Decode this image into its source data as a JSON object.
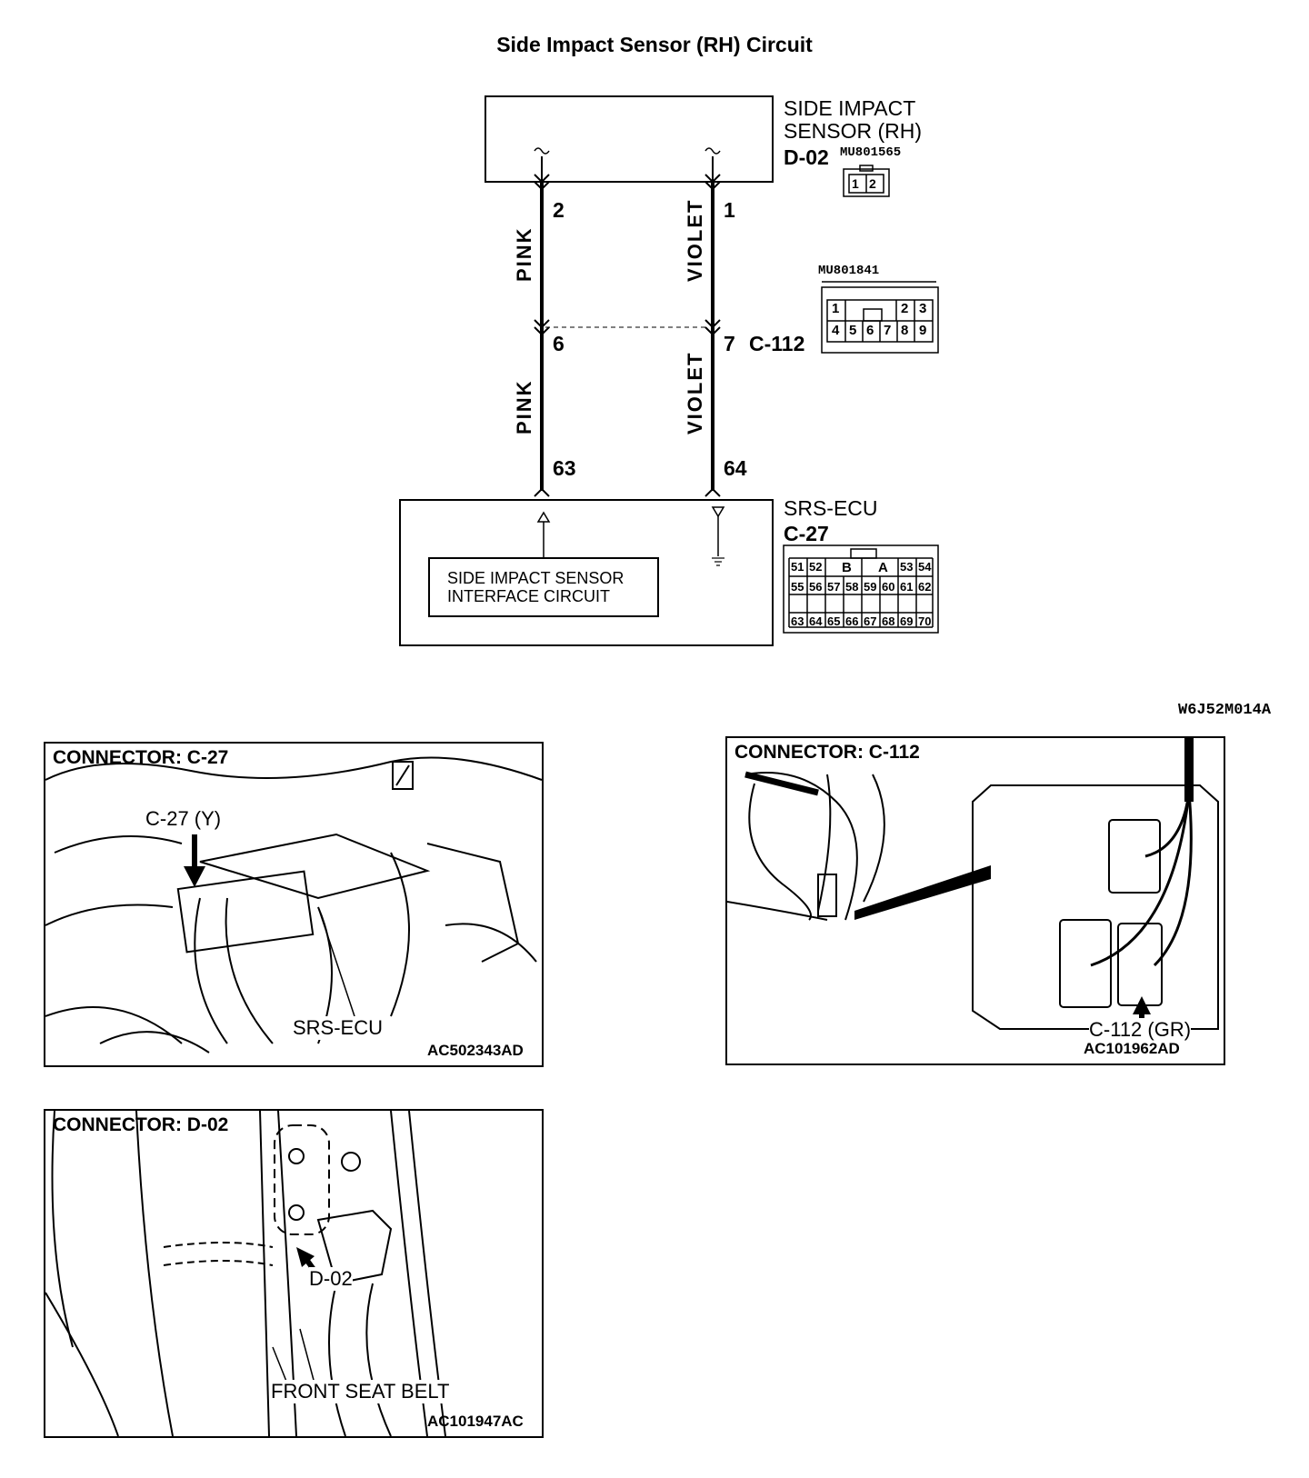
{
  "title": "Side Impact Sensor (RH) Circuit",
  "sensor": {
    "name_line1": "SIDE IMPACT",
    "name_line2": "SENSOR (RH)",
    "connector": "D-02",
    "part_no": "MU801565",
    "pins": [
      "1",
      "2"
    ]
  },
  "wires": {
    "left_color_top": "PINK",
    "right_color_top": "VIOLET",
    "left_color_bottom": "PINK",
    "right_color_bottom": "VIOLET",
    "pin_sensor_left": "2",
    "pin_sensor_right": "1",
    "pin_mid_left": "6",
    "pin_mid_right": "7",
    "pin_ecu_left": "63",
    "pin_ecu_right": "64"
  },
  "mid_connector": {
    "name": "C-112",
    "part_no": "MU801841",
    "pins_top": [
      "1",
      "2",
      "3"
    ],
    "pins_bottom": [
      "4",
      "5",
      "6",
      "7",
      "8",
      "9"
    ]
  },
  "ecu": {
    "name": "SRS-ECU",
    "connector": "C-27",
    "interface_line1": "SIDE IMPACT SENSOR",
    "interface_line2": "INTERFACE CIRCUIT",
    "row1": [
      "51",
      "52",
      "B",
      "A",
      "53",
      "54"
    ],
    "row2": [
      "55",
      "56",
      "57",
      "58",
      "59",
      "60",
      "61",
      "62"
    ],
    "row3": [
      "63",
      "64",
      "65",
      "66",
      "67",
      "68",
      "69",
      "70"
    ]
  },
  "diagram_code": "W6J52M014A",
  "panels": {
    "c27": {
      "title": "CONNECTOR: C-27",
      "callout": "C-27 (Y)",
      "label": "SRS-ECU",
      "code": "AC502343AD"
    },
    "c112": {
      "title": "CONNECTOR: C-112",
      "callout": "C-112 (GR)",
      "code": "AC101962AD"
    },
    "d02": {
      "title": "CONNECTOR: D-02",
      "callout": "D-02",
      "label": "FRONT SEAT BELT",
      "code": "AC101947AC"
    }
  }
}
